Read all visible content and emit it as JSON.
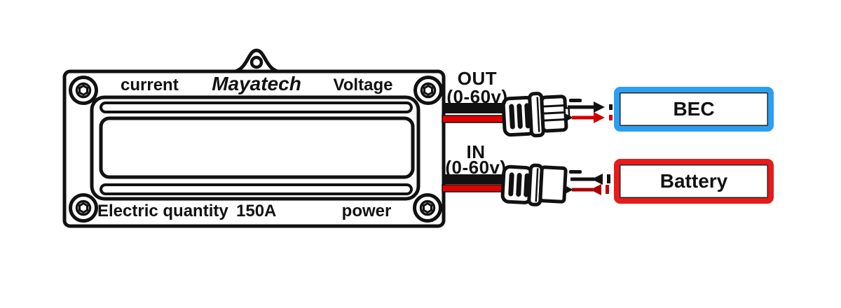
{
  "meter": {
    "brand": "Mayatech",
    "label_current": "current",
    "label_voltage": "Voltage",
    "label_electric_quantity": "Electric quantity",
    "rating": "150A",
    "label_power": "power"
  },
  "out_port": {
    "label": "OUT",
    "range": "(0-60v)"
  },
  "in_port": {
    "label": "IN",
    "range": "(0-60v)"
  },
  "bec": {
    "label": "BEC",
    "accent": "#2B9FF2"
  },
  "battery": {
    "label": "Battery",
    "accent": "#E81A1A"
  },
  "colors": {
    "line": "#111111",
    "wire_black": "#111111",
    "wire_red": "#E00000",
    "arrow_red_out": "#D00000",
    "arrow_red_in": "#A80000"
  }
}
